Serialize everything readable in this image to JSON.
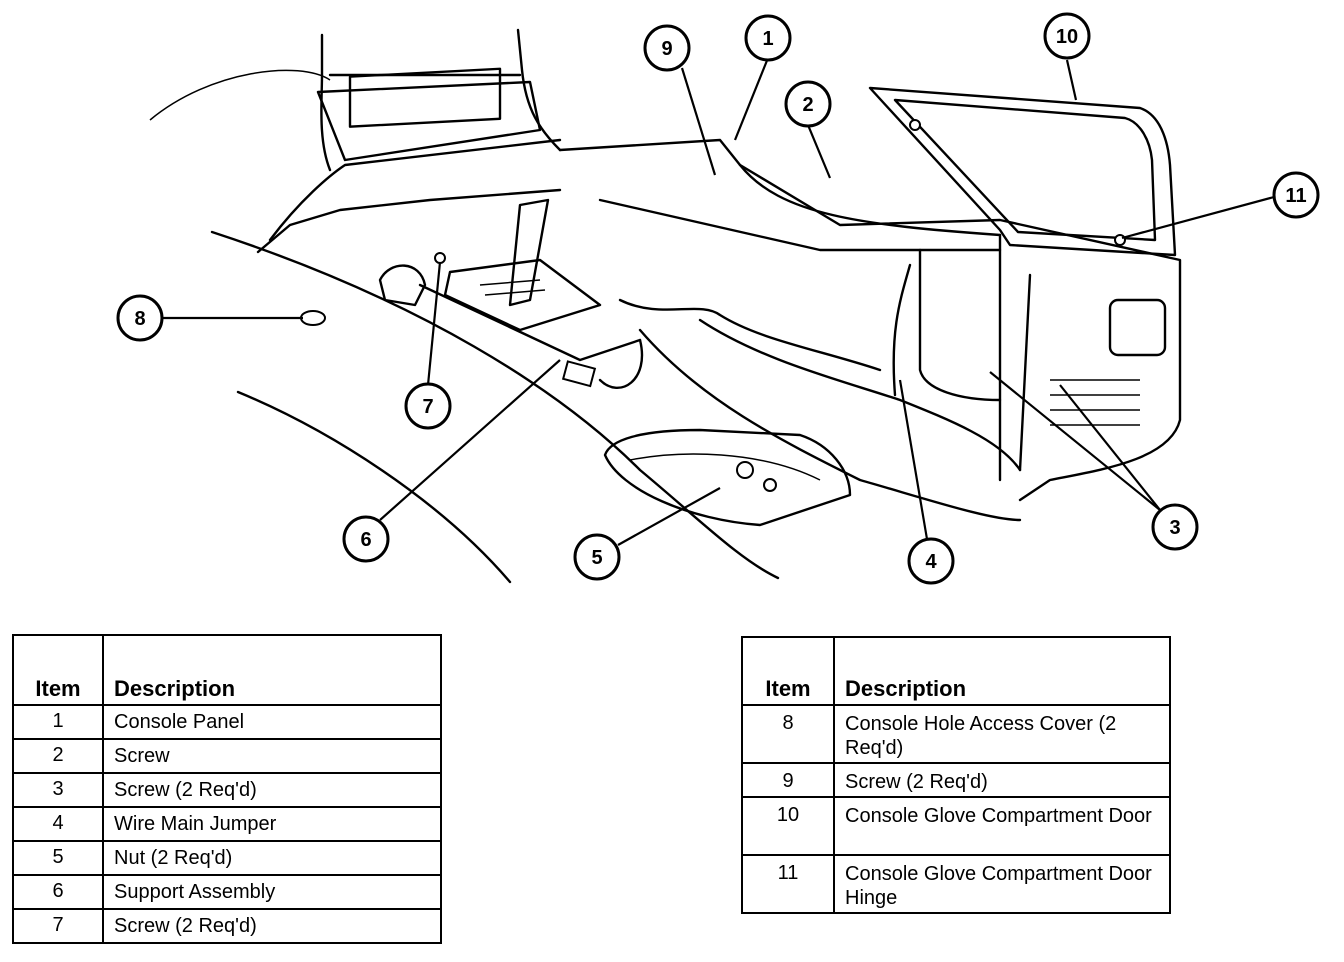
{
  "callouts": [
    "1",
    "2",
    "3",
    "4",
    "5",
    "6",
    "7",
    "8",
    "9",
    "10",
    "11"
  ],
  "legend_left": {
    "header_item": "Item",
    "header_description": "Description",
    "rows": [
      {
        "item": "1",
        "description": "Console Panel"
      },
      {
        "item": "2",
        "description": "Screw"
      },
      {
        "item": "3",
        "description": "Screw (2 Req'd)"
      },
      {
        "item": "4",
        "description": "Wire Main Jumper"
      },
      {
        "item": "5",
        "description": "Nut (2 Req'd)"
      },
      {
        "item": "6",
        "description": "Support Assembly"
      },
      {
        "item": "7",
        "description": "Screw (2 Req'd)"
      }
    ]
  },
  "legend_right": {
    "header_item": "Item",
    "header_description": "Description",
    "rows": [
      {
        "item": "8",
        "description": "Console Hole Access Cover (2 Req'd)"
      },
      {
        "item": "9",
        "description": "Screw (2 Req'd)"
      },
      {
        "item": "10",
        "description": "Console Glove Compartment Door"
      },
      {
        "item": "11",
        "description": "Console Glove Compartment Door Hinge"
      }
    ]
  }
}
